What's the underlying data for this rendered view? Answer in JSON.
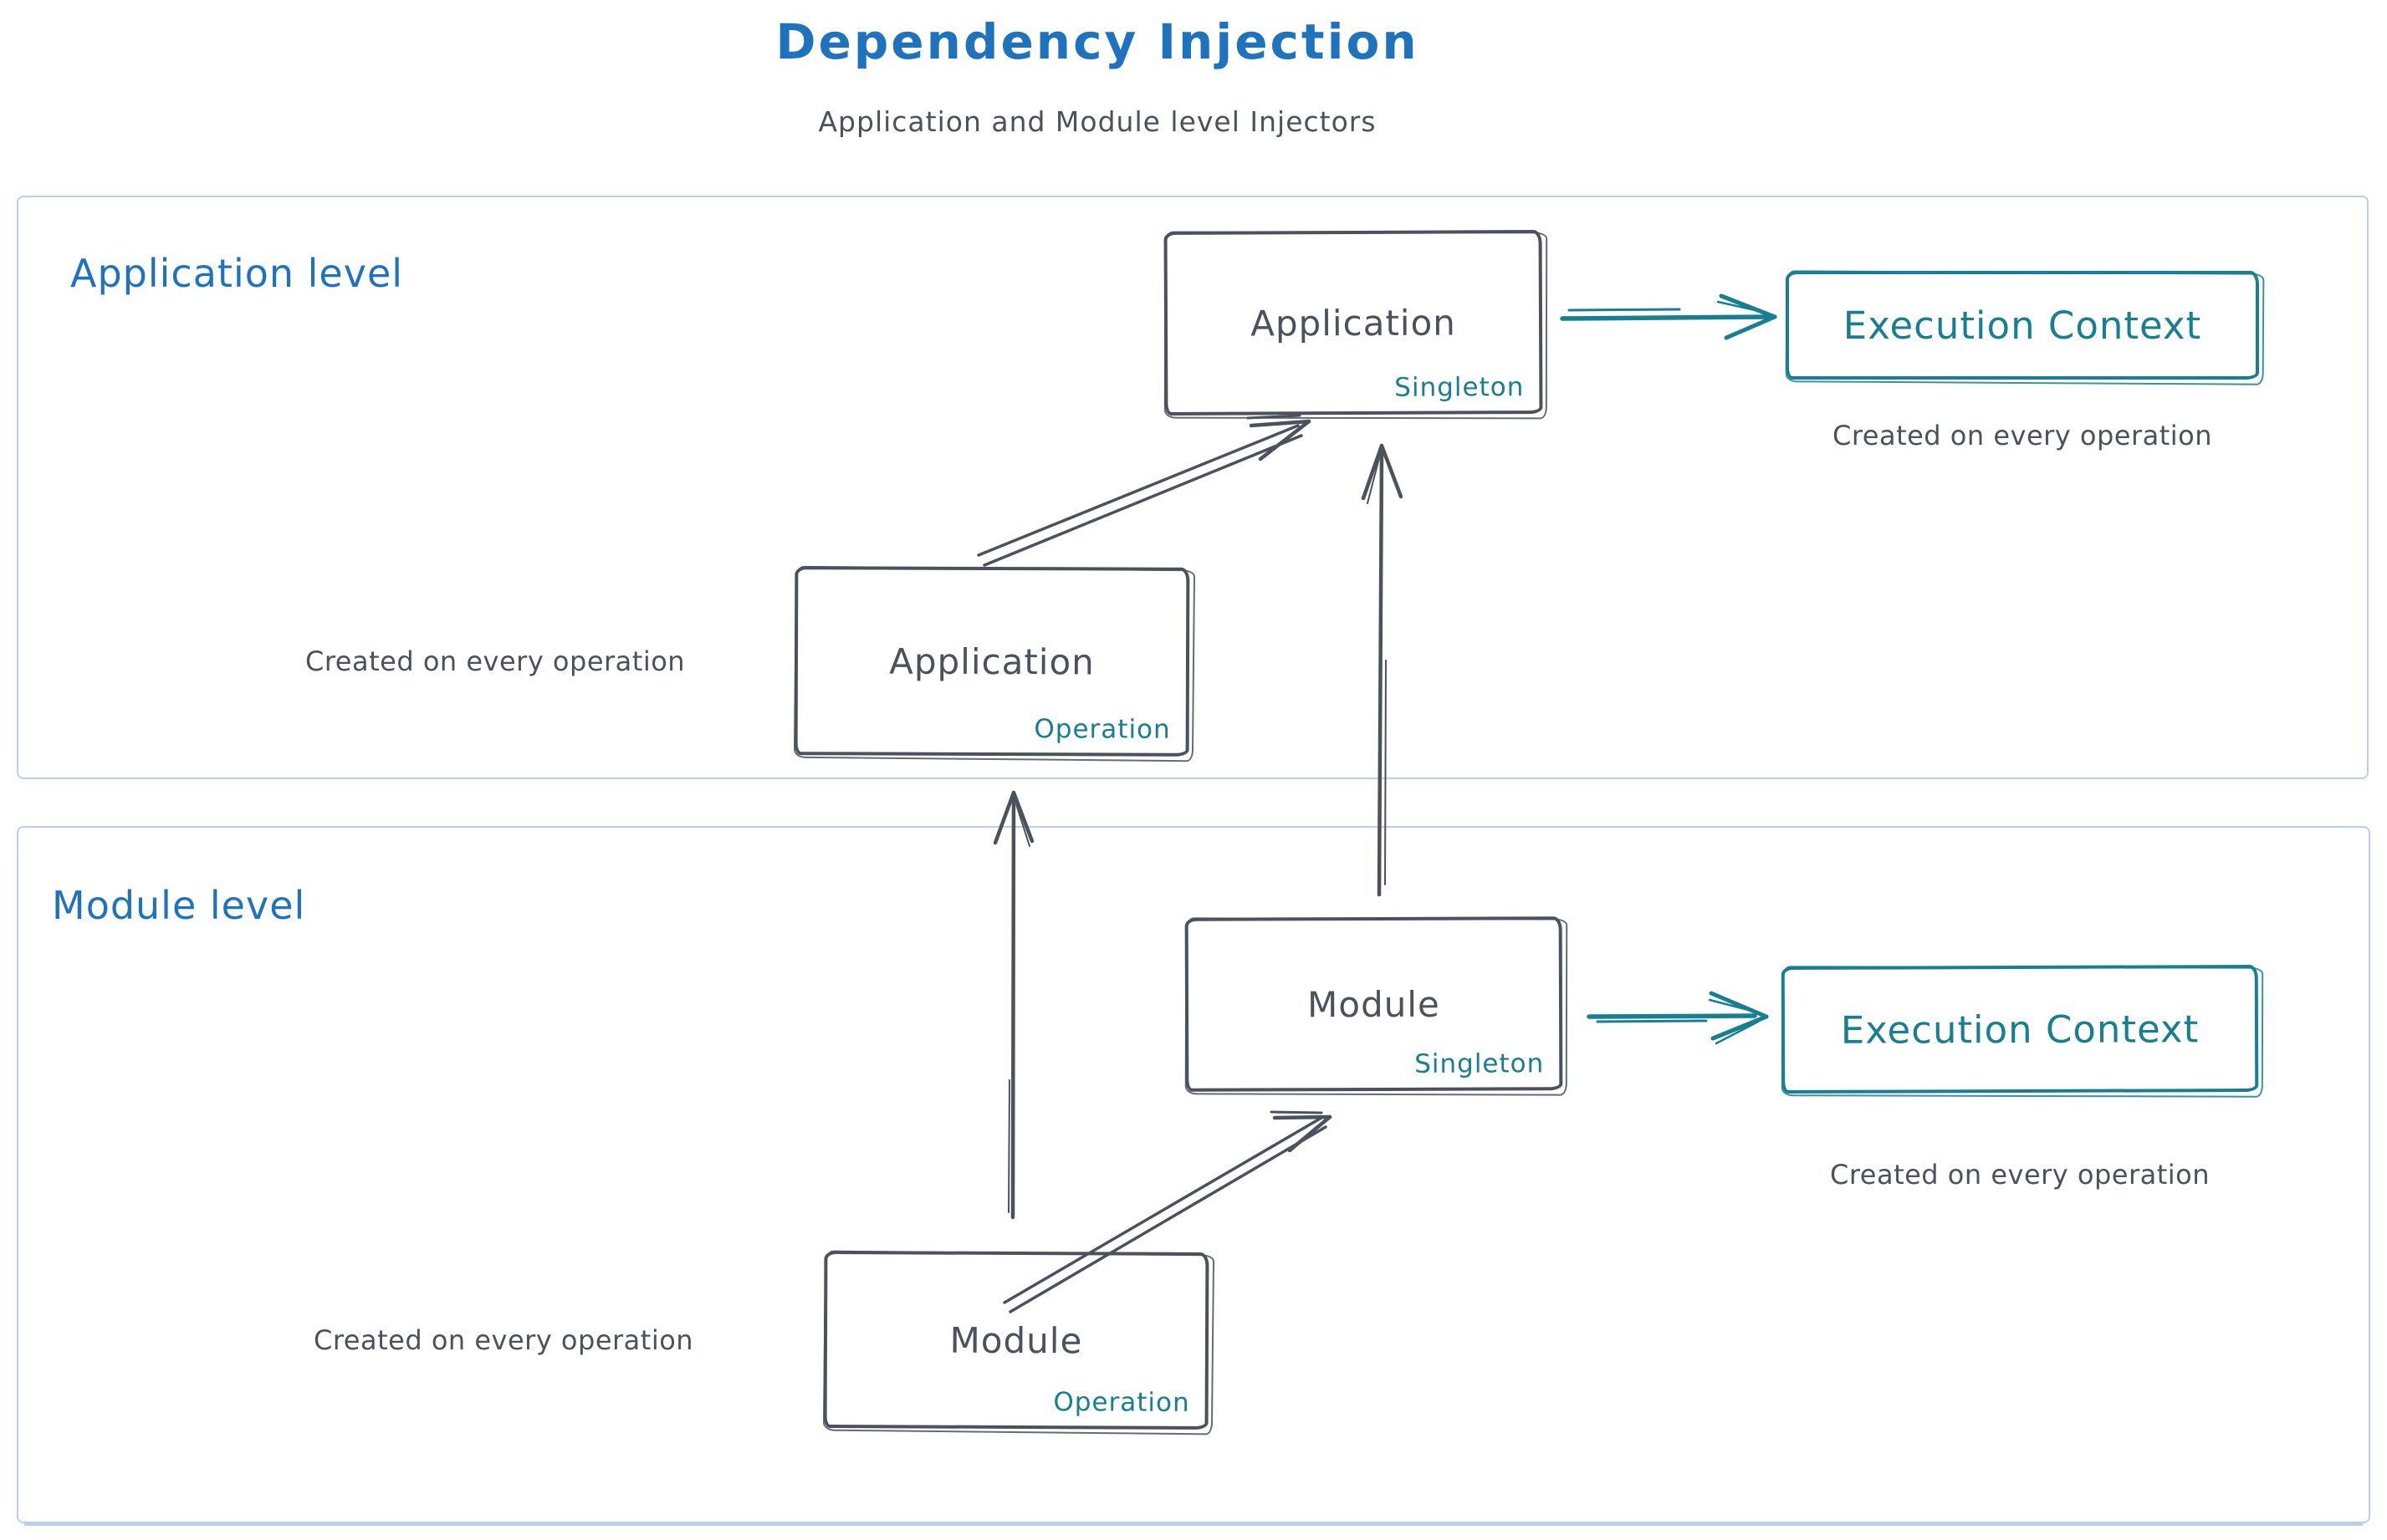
{
  "title": "Dependency Injection",
  "subtitle": "Application and Module level Injectors",
  "colors": {
    "blue": "#1f72be",
    "dark": "#4b525c",
    "teal": "#187f91",
    "frame": "#b9d0ea"
  },
  "application_level": {
    "label": "Application level",
    "singleton_box": {
      "name": "Application",
      "scope": "Singleton"
    },
    "operation_box": {
      "name": "Application",
      "scope": "Operation"
    },
    "operation_note": "Created on every operation",
    "execution_context": {
      "label": "Execution Context",
      "note": "Created on every operation"
    }
  },
  "module_level": {
    "label": "Module level",
    "singleton_box": {
      "name": "Module",
      "scope": "Singleton"
    },
    "operation_box": {
      "name": "Module",
      "scope": "Operation"
    },
    "operation_note": "Created on every operation",
    "execution_context": {
      "label": "Execution Context",
      "note": "Created on every operation"
    }
  }
}
